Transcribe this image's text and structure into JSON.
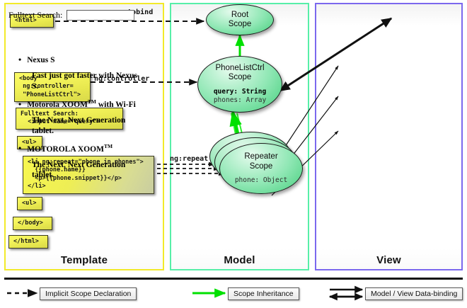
{
  "panels": {
    "template": {
      "label": "Template",
      "border_color": "#f2ea2a"
    },
    "model": {
      "label": "Model",
      "border_color": "#57efa8"
    },
    "view": {
      "label": "View",
      "border_color": "#7b68ee"
    }
  },
  "template_boxes": [
    {
      "id": "html-open",
      "text": "<html>"
    },
    {
      "id": "body-open",
      "text": "<body\n ng:controller=\n \"PhoneListCtrl\">"
    },
    {
      "id": "search",
      "text": "Fulltext Search:\n  <input name=\"query\">"
    },
    {
      "id": "ul-open",
      "text": "<ul>"
    },
    {
      "id": "li-repeat",
      "text": "<li ng:repeat=\"phone in phones\">\n  {{phone.name}}\n  <p>{{phone.snippet}}</p>\n</li>"
    },
    {
      "id": "ul-close",
      "text": "<ul>"
    },
    {
      "id": "body-close",
      "text": "</body>"
    },
    {
      "id": "html-close",
      "text": "</html>"
    }
  ],
  "connector_labels": {
    "autobind": "ng:autobind",
    "controller": "ng:controller",
    "repeat": "ng:repeat"
  },
  "scopes": {
    "root": {
      "title_line1": "Root",
      "title_line2": "Scope"
    },
    "ctrl": {
      "title_line1": "PhoneListCtrl",
      "title_line2": "Scope",
      "prop1": "query: String",
      "prop2": "phones: Array"
    },
    "repeater": {
      "title_line1": "Repeater",
      "title_line2": "Scope",
      "prop1": "phone: Object"
    }
  },
  "view": {
    "search_label": "Fulltext Search:",
    "search_value": "",
    "search_placeholder": "",
    "items": [
      {
        "name": "Nexus S",
        "tm": "",
        "suffix": "",
        "snippet": "Fast just got faster with Nexus S."
      },
      {
        "name": "Motorola XOOM",
        "tm": "TM",
        "suffix": " with Wi-Fi",
        "snippet": "The Next, Next Generation tablet."
      },
      {
        "name": "MOTOROLA XOOM",
        "tm": "TM",
        "suffix": "",
        "snippet": "The Next, Next Generation tablet."
      }
    ]
  },
  "legend": [
    {
      "id": "implicit",
      "label": "Implicit Scope Declaration",
      "style": "dashed-arrow",
      "color": "#111111"
    },
    {
      "id": "inheritance",
      "label": "Scope Inheritance",
      "style": "solid-arrow",
      "color": "#00e000"
    },
    {
      "id": "databinding",
      "label": "Model / View Data-binding",
      "style": "double-arrow",
      "color": "#111111"
    }
  ],
  "colors": {
    "template_border": "#f2ea2a",
    "model_border": "#57efa8",
    "view_border": "#7b68ee",
    "code_box": "#f3f35a",
    "scope_green": "#8fe7b4",
    "inheritance_green": "#00e000"
  }
}
